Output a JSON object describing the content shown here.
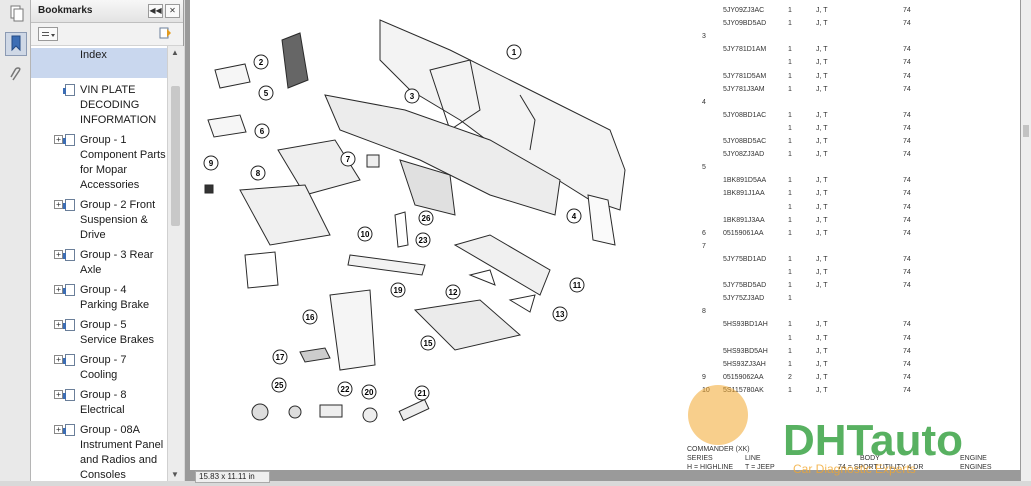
{
  "panel": {
    "title": "Bookmarks",
    "bookmarks": [
      {
        "label": "Index",
        "expandable": false,
        "selected": true
      },
      {
        "label": "VIN PLATE DECODING INFORMATION",
        "expandable": false
      },
      {
        "label": "Group - 1 Component Parts for Mopar Accessories",
        "expandable": true
      },
      {
        "label": "Group - 2 Front Suspension & Drive",
        "expandable": true
      },
      {
        "label": "Group - 3 Rear Axle",
        "expandable": true
      },
      {
        "label": "Group - 4 Parking Brake",
        "expandable": true
      },
      {
        "label": "Group - 5 Service Brakes",
        "expandable": true
      },
      {
        "label": "Group - 7 Cooling",
        "expandable": true
      },
      {
        "label": "Group - 8 Electrical",
        "expandable": true
      },
      {
        "label": "Group - 08A Instrument Panel and Radios and Consoles",
        "expandable": true
      }
    ]
  },
  "status": {
    "page_size": "15.83 x 11.11 in"
  },
  "diagram": {
    "callouts": [
      "1",
      "2",
      "3",
      "4",
      "5",
      "6",
      "7",
      "8",
      "9",
      "10",
      "11",
      "12",
      "13",
      "15",
      "16",
      "17",
      "19",
      "20",
      "21",
      "22",
      "23",
      "25",
      "26"
    ]
  },
  "parts": {
    "rows": [
      {
        "ref": "",
        "part": "5JY09ZJ3AC",
        "qty": "1",
        "desc": "J, T",
        "code": "74"
      },
      {
        "ref": "",
        "part": "5JY09BD5AD",
        "qty": "1",
        "desc": "J, T",
        "code": "74"
      },
      {
        "ref": "3",
        "part": "",
        "qty": "",
        "desc": "",
        "code": ""
      },
      {
        "ref": "",
        "part": "5JY781D1AM",
        "qty": "1",
        "desc": "J, T",
        "code": "74"
      },
      {
        "ref": "",
        "part": "",
        "qty": "1",
        "desc": "J, T",
        "code": "74"
      },
      {
        "ref": "",
        "part": "5JY781D5AM",
        "qty": "1",
        "desc": "J, T",
        "code": "74"
      },
      {
        "ref": "",
        "part": "5JY781J3AM",
        "qty": "1",
        "desc": "J, T",
        "code": "74"
      },
      {
        "ref": "4",
        "part": "",
        "qty": "",
        "desc": "",
        "code": ""
      },
      {
        "ref": "",
        "part": "5JY08BD1AC",
        "qty": "1",
        "desc": "J, T",
        "code": "74"
      },
      {
        "ref": "",
        "part": "",
        "qty": "1",
        "desc": "J, T",
        "code": "74"
      },
      {
        "ref": "",
        "part": "5JY08BD5AC",
        "qty": "1",
        "desc": "J, T",
        "code": "74"
      },
      {
        "ref": "",
        "part": "5JY08ZJ3AD",
        "qty": "1",
        "desc": "J, T",
        "code": "74"
      },
      {
        "ref": "5",
        "part": "",
        "qty": "",
        "desc": "",
        "code": ""
      },
      {
        "ref": "",
        "part": "1BK891D5AA",
        "qty": "1",
        "desc": "J, T",
        "code": "74"
      },
      {
        "ref": "",
        "part": "1BK891J1AA",
        "qty": "1",
        "desc": "J, T",
        "code": "74"
      },
      {
        "ref": "",
        "part": "",
        "qty": "1",
        "desc": "J, T",
        "code": "74"
      },
      {
        "ref": "",
        "part": "1BK891J3AA",
        "qty": "1",
        "desc": "J, T",
        "code": "74"
      },
      {
        "ref": "6",
        "part": "05159061AA",
        "qty": "1",
        "desc": "J, T",
        "code": "74"
      },
      {
        "ref": "7",
        "part": "",
        "qty": "",
        "desc": "",
        "code": ""
      },
      {
        "ref": "",
        "part": "5JY75BD1AD",
        "qty": "1",
        "desc": "J, T",
        "code": "74"
      },
      {
        "ref": "",
        "part": "",
        "qty": "1",
        "desc": "J, T",
        "code": "74"
      },
      {
        "ref": "",
        "part": "5JY75BD5AD",
        "qty": "1",
        "desc": "J, T",
        "code": "74"
      },
      {
        "ref": "",
        "part": "5JY75ZJ3AD",
        "qty": "1",
        "desc": "",
        "code": ""
      },
      {
        "ref": "8",
        "part": "",
        "qty": "",
        "desc": "",
        "code": ""
      },
      {
        "ref": "",
        "part": "5HS93BD1AH",
        "qty": "1",
        "desc": "J, T",
        "code": "74"
      },
      {
        "ref": "",
        "part": "",
        "qty": "1",
        "desc": "J, T",
        "code": "74"
      },
      {
        "ref": "",
        "part": "5HS93BD5AH",
        "qty": "1",
        "desc": "J, T",
        "code": "74"
      },
      {
        "ref": "",
        "part": "5HS93ZJ3AH",
        "qty": "1",
        "desc": "J, T",
        "code": "74"
      },
      {
        "ref": "9",
        "part": "05159062AA",
        "qty": "2",
        "desc": "J, T",
        "code": "74"
      },
      {
        "ref": "10",
        "part": "5S115780AK",
        "qty": "1",
        "desc": "J, T",
        "code": "74"
      }
    ],
    "footer": {
      "model": "COMMANDER (XK)",
      "series_label": "SERIES",
      "line_label": "LINE",
      "body_label": "BODY",
      "engine_label": "ENGINE",
      "legend_h": "H = HIGHLINE",
      "legend_t": "T = JEEP",
      "legend_body": "74 = SPORT UTILITY 4 DR",
      "legend_engine": "ENGINES"
    }
  },
  "watermark": {
    "text": "DHTauto",
    "tagline": "Car Diagnostic Experts"
  },
  "colors": {
    "accent": "#3c6db4",
    "watermark_orange": "#f2a72e",
    "watermark_green": "#2f9e3a"
  }
}
